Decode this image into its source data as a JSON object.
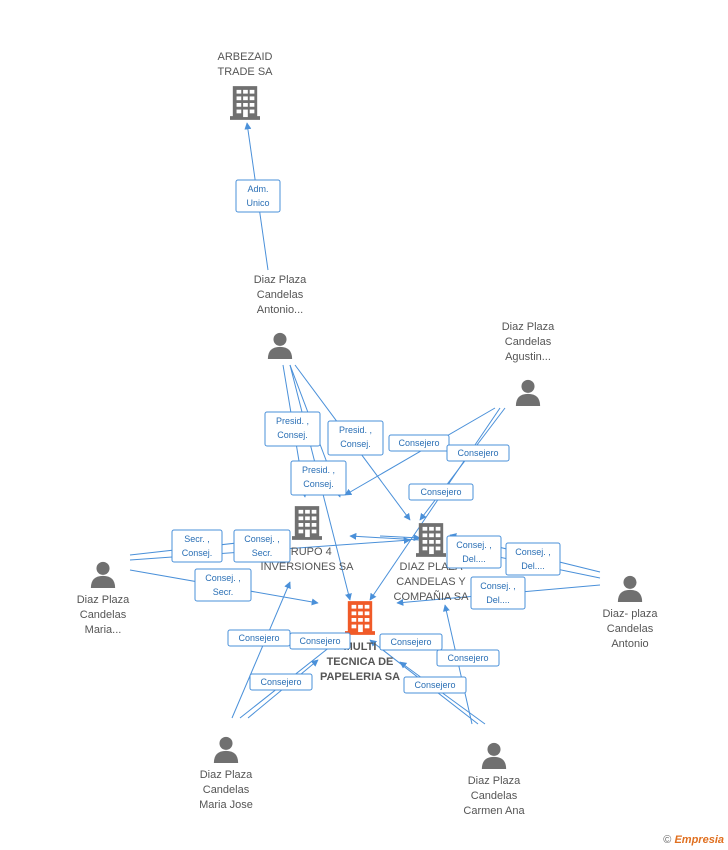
{
  "nodes": {
    "arbezaid": {
      "label": [
        "ARBEZAID",
        "TRADE SA"
      ],
      "kind": "company"
    },
    "antonio_top": {
      "label": [
        "Diaz Plaza",
        "Candelas",
        "Antonio..."
      ],
      "kind": "person"
    },
    "agustin": {
      "label": [
        "Diaz Plaza",
        "Candelas",
        "Agustin..."
      ],
      "kind": "person"
    },
    "grupo4": {
      "label": [
        "GRUPO 4",
        "INVERSIONES SA"
      ],
      "kind": "company"
    },
    "diaz_cia": {
      "label": [
        "DIAZ PLAZA",
        "CANDELAS Y",
        "COMPAÑIA SA"
      ],
      "kind": "company"
    },
    "multi": {
      "label": [
        "MULTI",
        "TECNICA DE",
        "PAPELERIA SA"
      ],
      "kind": "company-main"
    },
    "maria": {
      "label": [
        "Diaz Plaza",
        "Candelas",
        "Maria..."
      ],
      "kind": "person"
    },
    "antonio_right": {
      "label": [
        "Diaz- plaza",
        "Candelas",
        "Antonio"
      ],
      "kind": "person"
    },
    "maria_jose": {
      "label": [
        "Diaz Plaza",
        "Candelas",
        "Maria Jose"
      ],
      "kind": "person"
    },
    "carmen": {
      "label": [
        "Diaz Plaza",
        "Candelas",
        "Carmen Ana"
      ],
      "kind": "person"
    }
  },
  "edge_labels": [
    [
      "Adm.",
      "Unico"
    ],
    [
      "Presid. ,",
      "Consej."
    ],
    [
      "Presid. ,",
      "Consej."
    ],
    [
      "Presid. ,",
      "Consej."
    ],
    [
      "Consejero"
    ],
    [
      "Consejero"
    ],
    [
      "Consejero"
    ],
    [
      "Secr. ,",
      "Consej."
    ],
    [
      "Consej. ,",
      "Secr."
    ],
    [
      "Consej. ,",
      "Secr."
    ],
    [
      "Consej. ,",
      "Del...."
    ],
    [
      "Consej. ,",
      "Del...."
    ],
    [
      "Consej. ,",
      "Del...."
    ],
    [
      "Consejero"
    ],
    [
      "Consejero"
    ],
    [
      "Consejero"
    ],
    [
      "Consejero"
    ],
    [
      "Consejero"
    ],
    [
      "Consejero"
    ]
  ],
  "colors": {
    "edge": "#4a90d9",
    "node_gray": "#707070",
    "main": "#f05a28"
  },
  "footer": {
    "copyright": "©",
    "brand": "Empresia"
  }
}
